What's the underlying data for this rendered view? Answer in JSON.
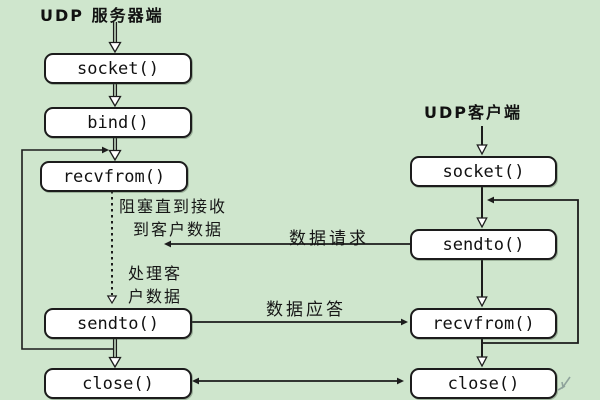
{
  "colors": {
    "background": "#cfe6cd",
    "box_fill": "#ffffff",
    "line": "#1c1c1c",
    "stray_mark": "#8fa39b"
  },
  "server": {
    "title": "UDP 服务器端",
    "boxes": [
      {
        "label": "socket()"
      },
      {
        "label": "bind()"
      },
      {
        "label": "recvfrom()"
      },
      {
        "label": "sendto()"
      },
      {
        "label": "close()"
      }
    ]
  },
  "client": {
    "title": "UDP客户端",
    "boxes": [
      {
        "label": "socket()"
      },
      {
        "label": "sendto()"
      },
      {
        "label": "recvfrom()"
      },
      {
        "label": "close()"
      }
    ]
  },
  "annotations": {
    "blocking_line1": "阻塞直到接收",
    "blocking_line2": "到客户数据",
    "processing_line1": "处理客",
    "processing_line2": "户数据",
    "data_request": "数据请求",
    "data_reply": "数据应答"
  }
}
